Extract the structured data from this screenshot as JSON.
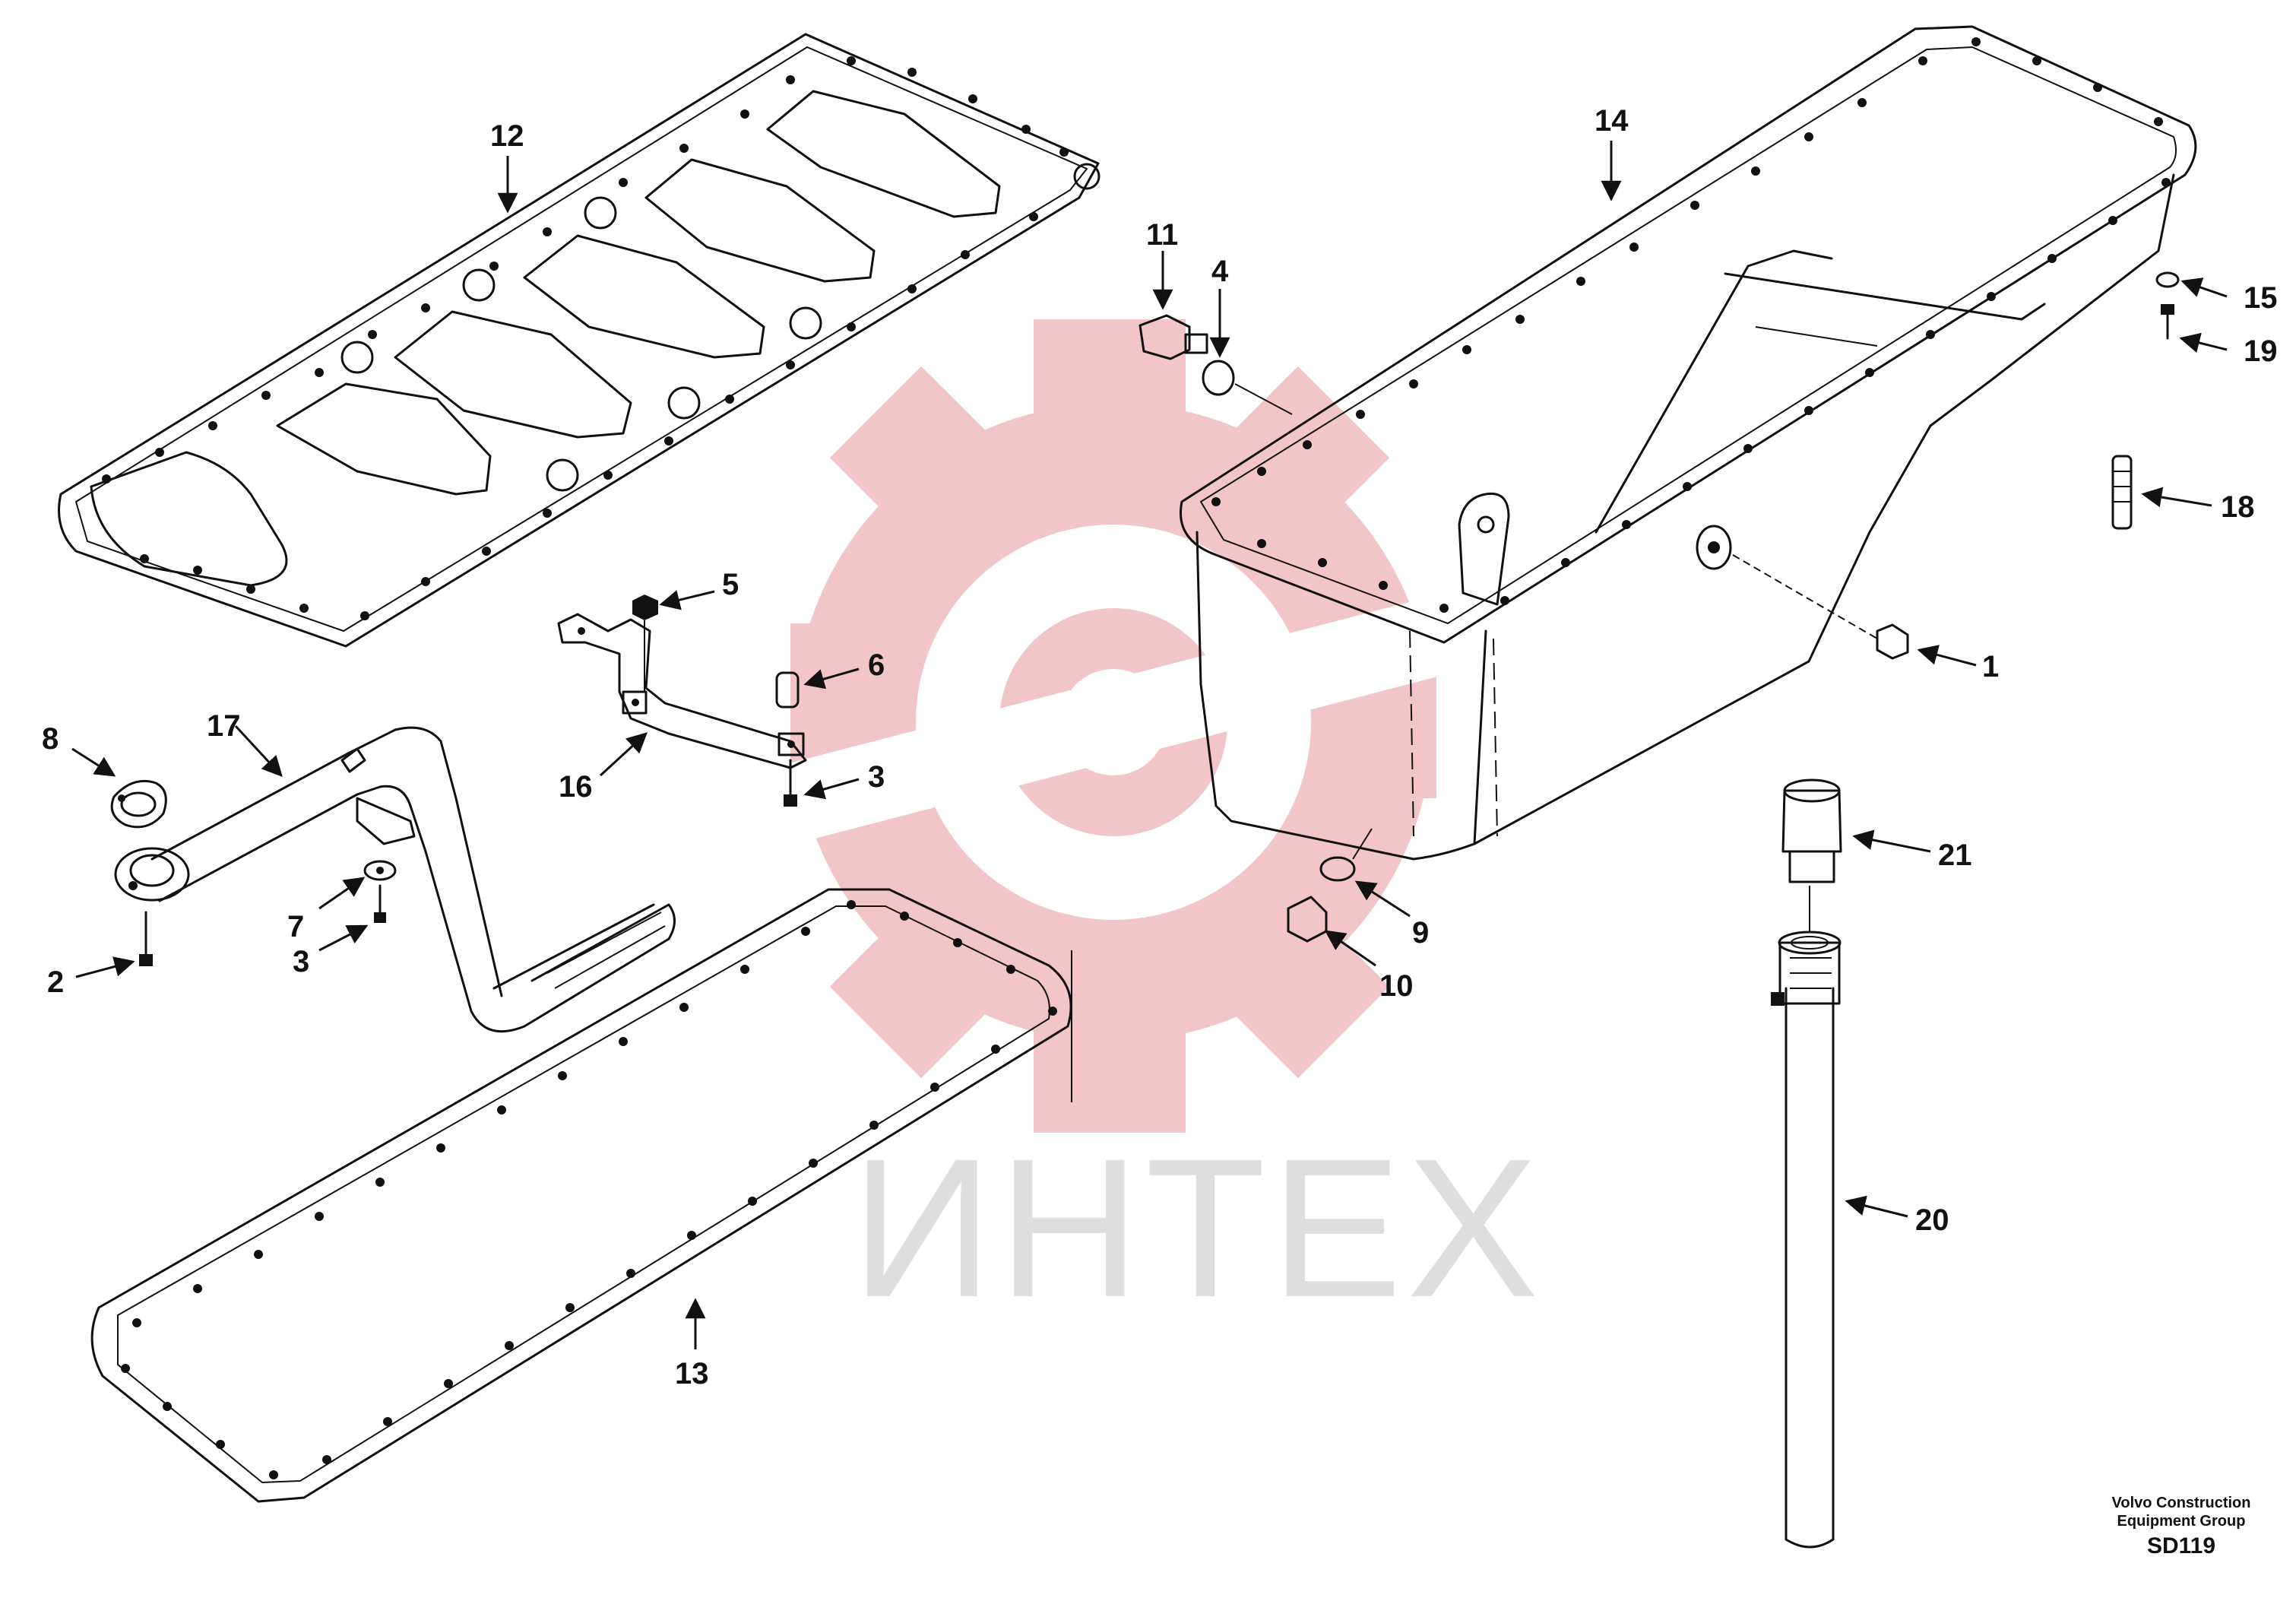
{
  "watermark": {
    "text": "ИНТЕХ",
    "color": "#f2c6c8",
    "text_color": "#dedede"
  },
  "footer": {
    "line1": "Volvo Construction",
    "line2": "Equipment Group",
    "code": "SD119"
  },
  "callouts": [
    {
      "id": "c1",
      "label": "1"
    },
    {
      "id": "c2",
      "label": "2"
    },
    {
      "id": "c3a",
      "label": "3"
    },
    {
      "id": "c3b",
      "label": "3"
    },
    {
      "id": "c4",
      "label": "4"
    },
    {
      "id": "c5",
      "label": "5"
    },
    {
      "id": "c6",
      "label": "6"
    },
    {
      "id": "c7",
      "label": "7"
    },
    {
      "id": "c8",
      "label": "8"
    },
    {
      "id": "c9",
      "label": "9"
    },
    {
      "id": "c10",
      "label": "10"
    },
    {
      "id": "c11",
      "label": "11"
    },
    {
      "id": "c12",
      "label": "12"
    },
    {
      "id": "c13",
      "label": "13"
    },
    {
      "id": "c14",
      "label": "14"
    },
    {
      "id": "c15",
      "label": "15"
    },
    {
      "id": "c16",
      "label": "16"
    },
    {
      "id": "c17",
      "label": "17"
    },
    {
      "id": "c18",
      "label": "18"
    },
    {
      "id": "c19",
      "label": "19"
    },
    {
      "id": "c20",
      "label": "20"
    },
    {
      "id": "c21",
      "label": "21"
    }
  ]
}
